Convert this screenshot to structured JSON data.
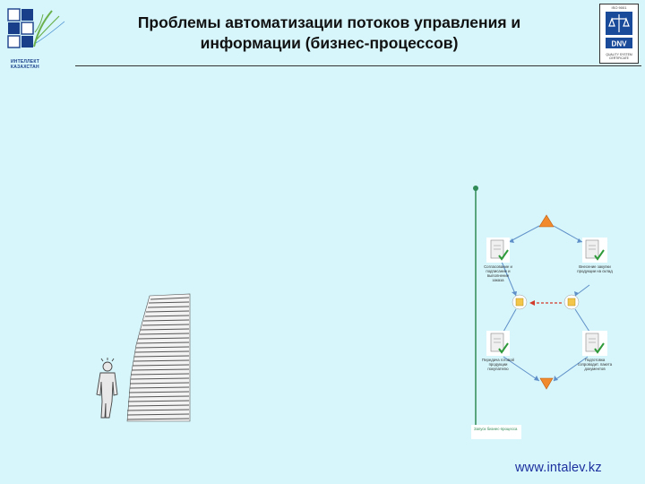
{
  "header": {
    "title_line1": "Проблемы автоматизации потоков управления и",
    "title_line2": "информации (бизнес-процессов)",
    "left_logo_text_line1": "ИНТЕЛЛЕКТ",
    "left_logo_text_line2": "КАЗАХСТАН",
    "right_logo_top_text": "ISO 9001",
    "right_logo_brand": "DNV",
    "right_logo_bottom_text_line1": "QUALITY SYSTEM",
    "right_logo_bottom_text_line2": "CERTIFICATE"
  },
  "process": {
    "steps": [
      {
        "label": "Согласование и подписание и выполнение заказа"
      },
      {
        "label": "Внесение закупки продукции на склад"
      },
      {
        "label": "Передача готовой продукции покупателю"
      },
      {
        "label": "Подготовка сопроводит. пакета документов"
      }
    ],
    "end_label": "Запуск бизнес-процесса"
  },
  "footer": {
    "url": "www.intalev.kz"
  },
  "colors": {
    "background": "#d6f6fb",
    "timeline": "#2f8a55",
    "arrow": "#5f8fc8",
    "exchange_arrow": "#d23a2a",
    "start_marker": "#f08a2c",
    "url": "#1c2f9e"
  }
}
